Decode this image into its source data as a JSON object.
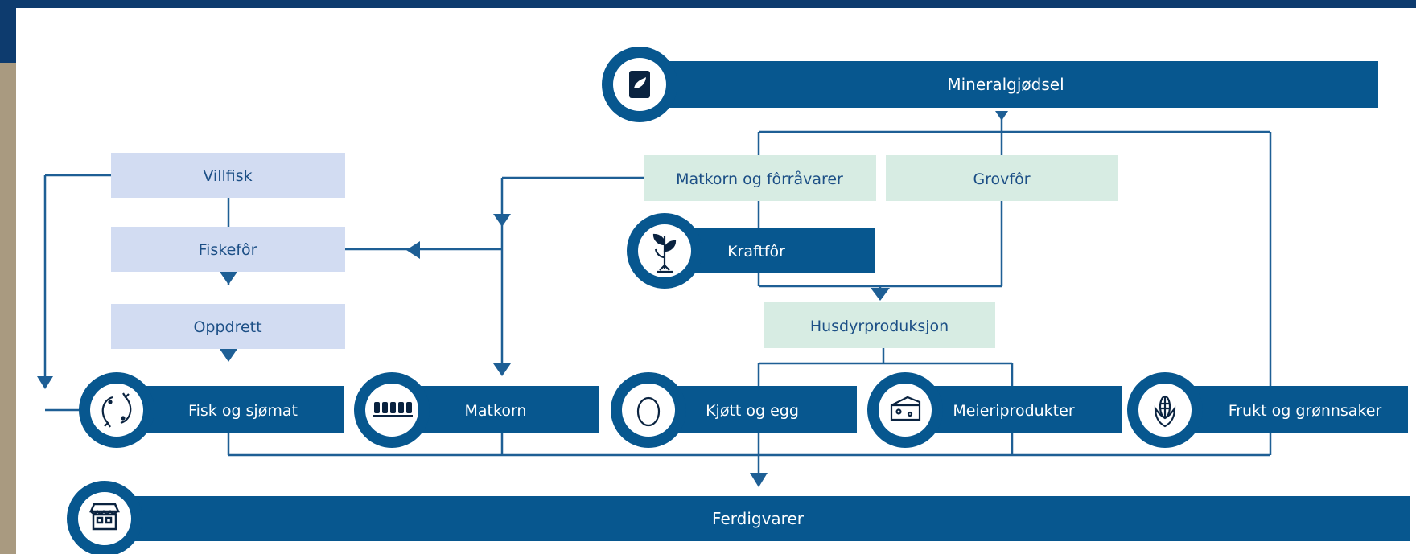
{
  "top_bar": {
    "label": "Mineralgjødsel",
    "icon": "fertilizer-bag-icon"
  },
  "bottom_bar": {
    "label": "Ferdigvarer",
    "icon": "market-stall-icon"
  },
  "fish_chain": {
    "villfisk": "Villfisk",
    "fiskefor": "Fiskefôr",
    "oppdrett": "Oppdrett"
  },
  "crop_boxes": {
    "matkorn_forravarer": "Matkorn og fôrråvarer",
    "grovfor": "Grovfôr",
    "husdyrproduksjon": "Husdyrproduksjon"
  },
  "kraftfor": {
    "label": "Kraftfôr",
    "icon": "sprout-icon"
  },
  "products": [
    {
      "label": "Fisk og sjømat",
      "icon": "fish-icon"
    },
    {
      "label": "Matkorn",
      "icon": "wheat-icon"
    },
    {
      "label": "Kjøtt og egg",
      "icon": "egg-icon"
    },
    {
      "label": "Meieriprodukter",
      "icon": "cheese-icon"
    },
    {
      "label": "Frukt og grønnsaker",
      "icon": "corn-icon"
    }
  ],
  "colors": {
    "frame": "#0d3b6e",
    "bar": "#07578f",
    "line": "#1e5f95",
    "fish_box": "#d2dcf2",
    "crop_box": "#d7ece3",
    "label_dark": "#1c4f86",
    "left_strip": "#a99a80"
  }
}
